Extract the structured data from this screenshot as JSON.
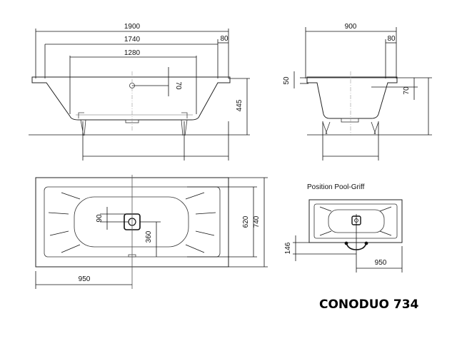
{
  "drawing": {
    "product_title": "CONODUO 734",
    "pool_grip_caption": "Position Pool-Griff",
    "side_view": {
      "overall_length": "1900",
      "inner_length": "1740",
      "rim": "80",
      "bottom_length": "1280",
      "drain_offset": "70",
      "height": "445"
    },
    "end_view": {
      "overall_width": "900",
      "rim": "80",
      "rim_height": "50",
      "drain_offset": "70"
    },
    "top_view": {
      "inner_width": "620",
      "overall_width": "740",
      "drain_offset": "90",
      "drain_to_edge": "360",
      "drain_position": "950"
    },
    "pool_grip_view": {
      "grip_height": "146",
      "grip_position": "950"
    }
  }
}
